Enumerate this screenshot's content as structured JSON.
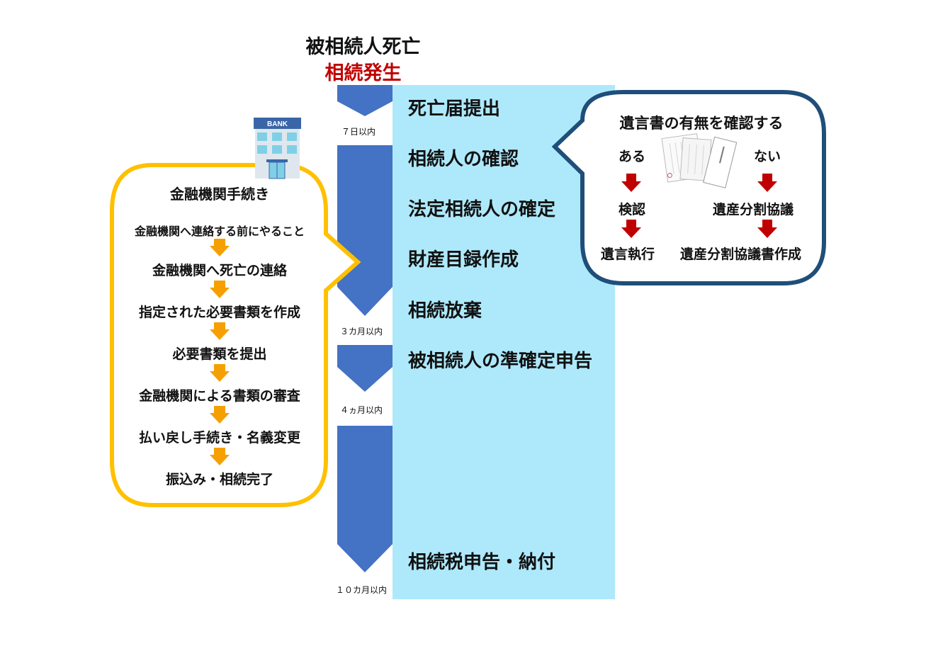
{
  "header": {
    "line1": "被相続人死亡",
    "line2": "相続発生",
    "line2_color": "#c00000"
  },
  "timeline": {
    "arrow_color": "#4472c4",
    "band_color": "#aee9fb",
    "steps": [
      "死亡届提出",
      "相続人の確認",
      "法定相続人の確定",
      "財産目録作成",
      "相続放棄",
      "被相続人の準確定申告",
      "相続税申告・納付"
    ],
    "periods": [
      "７日以内",
      "３カ月以内",
      "４ヵ月以内",
      "１０カ月以内"
    ]
  },
  "bank": {
    "icon": "bank-building-icon",
    "sign": "BANK"
  },
  "financial": {
    "border_color": "#ffc000",
    "arrow_color": "#f5a000",
    "title": "金融機関手続き",
    "steps": [
      "金融機関へ連絡する前にやること",
      "金融機関へ死亡の連絡",
      "指定された必要書類を作成",
      "必要書類を提出",
      "金融機関による書類の審査",
      "払い戻し手続き・名義変更",
      "振込み・相続完了"
    ]
  },
  "will": {
    "border_color": "#1f4e79",
    "arrow_color": "#c00000",
    "title": "遺言書の有無を確認する",
    "yes": {
      "label": "ある",
      "step1": "検認",
      "step2": "遺言執行"
    },
    "no": {
      "label": "ない",
      "step1": "遺産分割協議",
      "step2": "遺産分割協議書作成"
    },
    "document_icon": "will-document-icon"
  }
}
